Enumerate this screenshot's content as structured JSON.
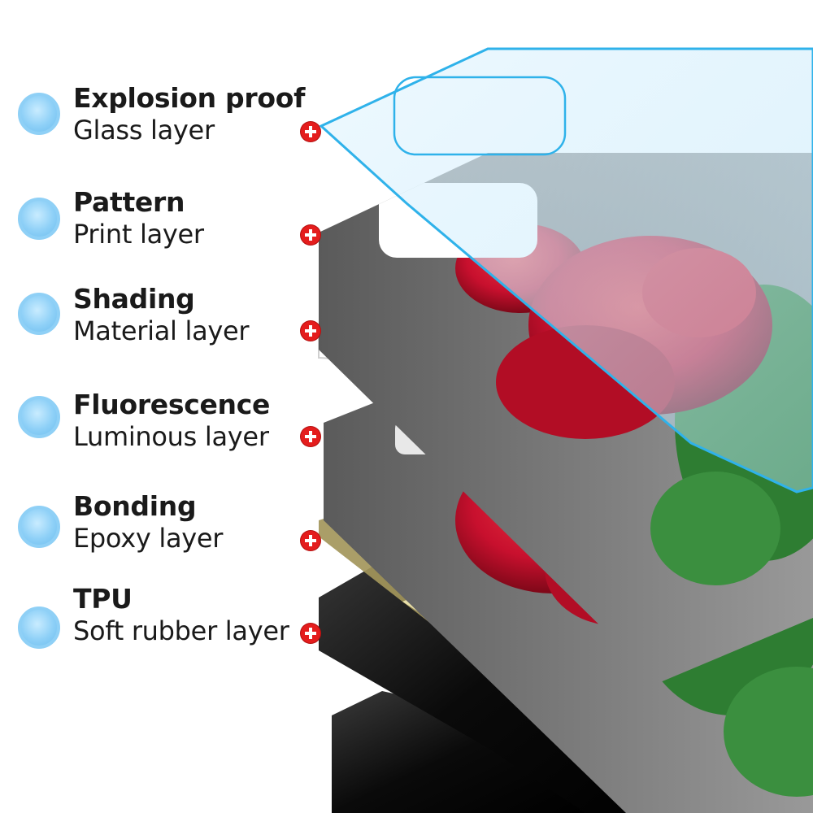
{
  "layers": [
    {
      "title": "Explosion proof",
      "subtitle": "Glass layer"
    },
    {
      "title": "Pattern",
      "subtitle": "Print layer"
    },
    {
      "title": "Shading",
      "subtitle": "Material layer"
    },
    {
      "title": "Fluorescence",
      "subtitle": "Luminous layer"
    },
    {
      "title": "Bonding",
      "subtitle": "Epoxy layer"
    },
    {
      "title": "TPU",
      "subtitle": "Soft rubber layer"
    }
  ],
  "colors": {
    "bullet": "#8ed0f7",
    "marker": "#e41d1d",
    "glass_edge": "#2fb2ea",
    "rose": "#c8102e",
    "leaf": "#2e7d32",
    "epoxy": "#b8a96a",
    "tpu": "#111111"
  },
  "icons": {
    "bullet": "circle-bullet-icon",
    "marker": "plus-marker-icon"
  }
}
